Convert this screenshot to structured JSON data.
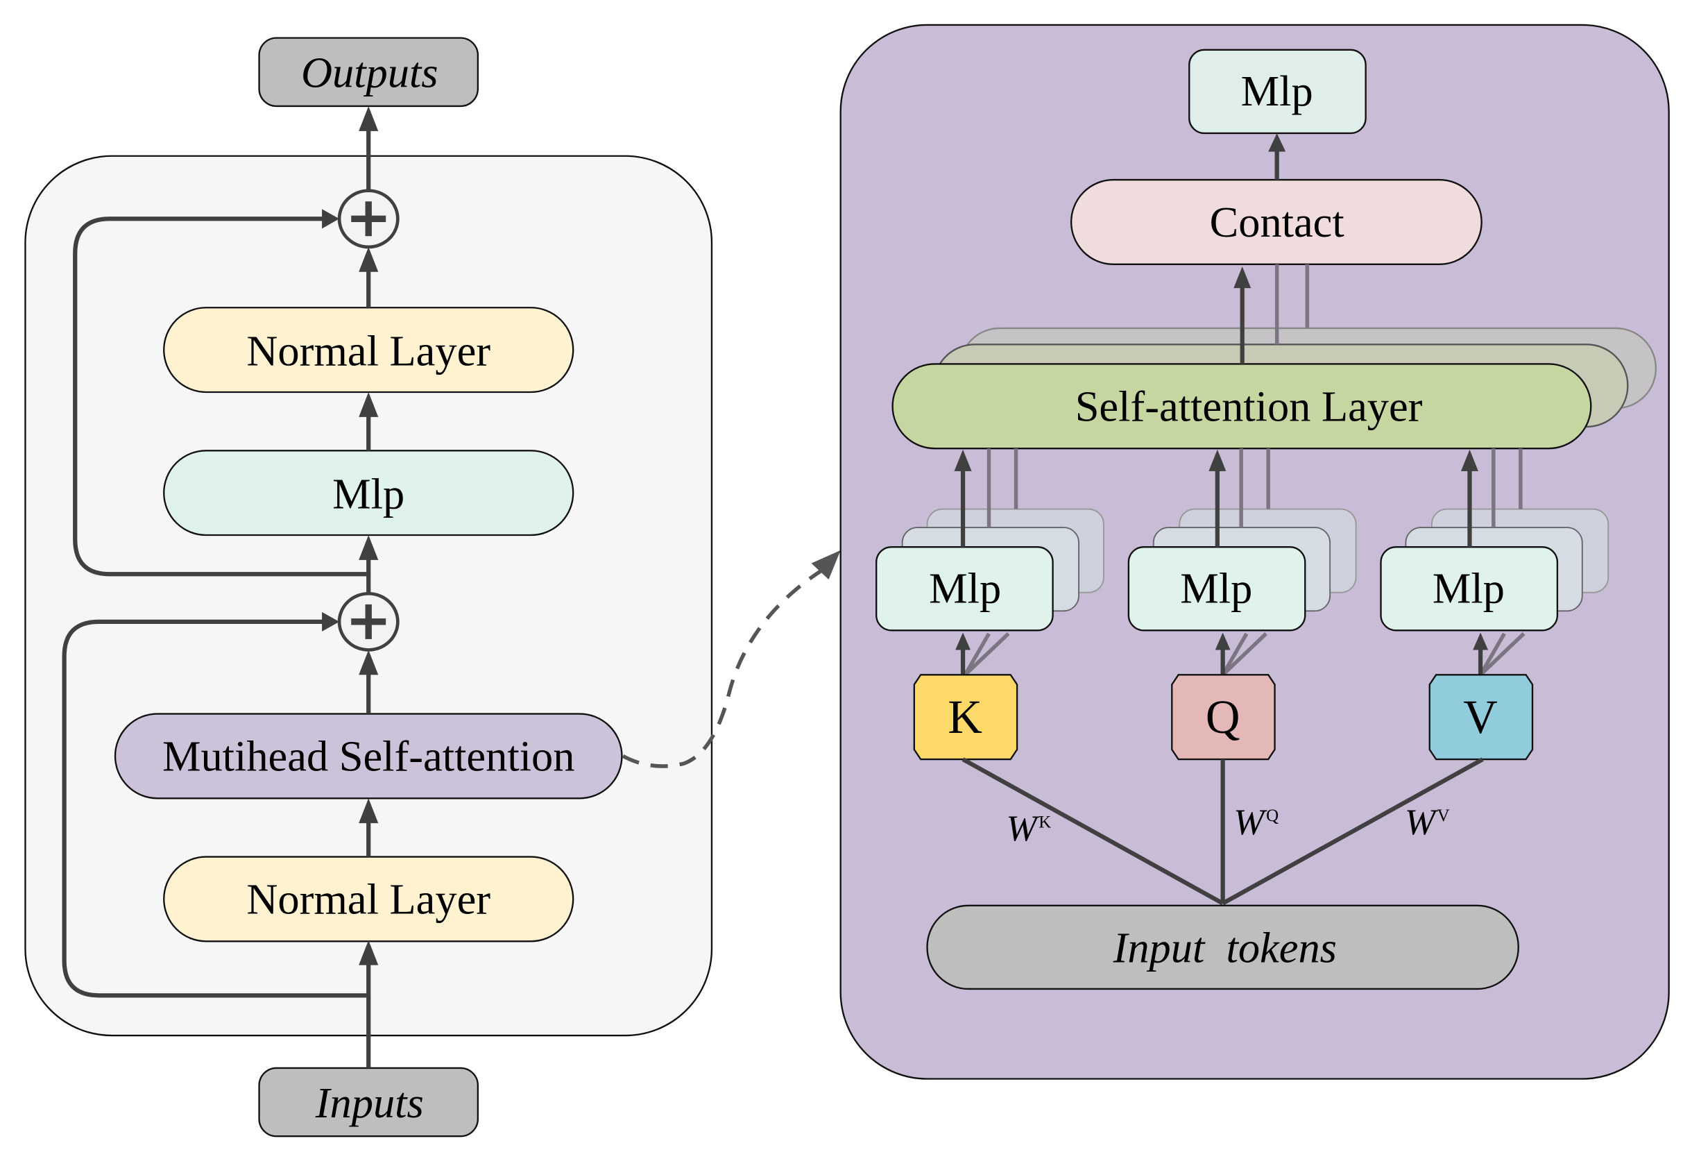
{
  "left_block": {
    "outputs_label": "Outputs",
    "inputs_label": "Inputs",
    "normal_layer_top_label": "Normal Layer",
    "mlp_label": "Mlp",
    "mhsa_label": "Mutihead Self-attention",
    "normal_layer_bottom_label": "Normal Layer",
    "add_symbol": "+"
  },
  "right_block": {
    "mlp_top_label": "Mlp",
    "concat_label": "Contact",
    "self_attention_label": "Self-attention Layer",
    "mlp_k_label": "Mlp",
    "mlp_q_label": "Mlp",
    "mlp_v_label": "Mlp",
    "k_label": "K",
    "q_label": "Q",
    "v_label": "V",
    "wk_label": "W",
    "wk_sup": "K",
    "wq_label": "W",
    "wq_sup": "Q",
    "wv_label": "W",
    "wv_sup": "V",
    "input_tokens_label": "Input  tokens"
  },
  "colors": {
    "left_panel": "#f6f6f6",
    "right_panel": "#c8bcd6",
    "normal_layer": "#fef2d0",
    "mlp": "#dff2ec",
    "mhsa": "#ccc2da",
    "io_box": "#bebebe",
    "concat": "#f0dcdc",
    "self_attention": "#c6d6a0",
    "k": "#fdd96a",
    "q": "#e3b8b6",
    "v": "#90ccdb"
  }
}
